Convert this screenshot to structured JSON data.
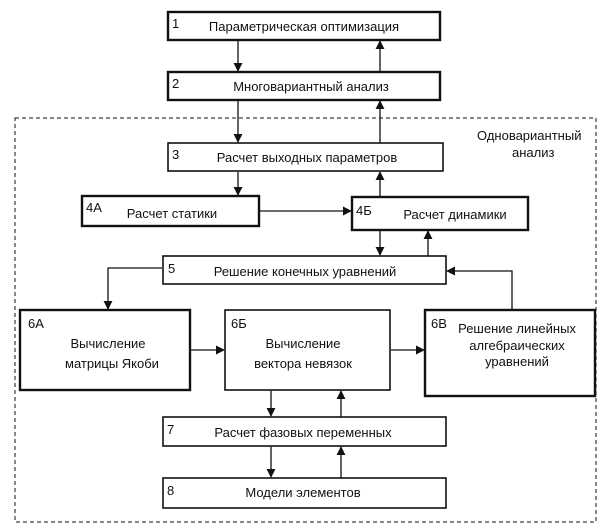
{
  "region_label": [
    "Одновариантный",
    "анализ"
  ],
  "blocks": [
    {
      "id": "b1",
      "number": "1",
      "lines": [
        "Параметрическая оптимизация"
      ]
    },
    {
      "id": "b2",
      "number": "2",
      "lines": [
        "Многовариантный анализ"
      ]
    },
    {
      "id": "b3",
      "number": "3",
      "lines": [
        "Расчет выходных параметров"
      ]
    },
    {
      "id": "b4a",
      "number": "4А",
      "lines": [
        "Расчет статики"
      ]
    },
    {
      "id": "b4b",
      "number": "4Б",
      "lines": [
        "Расчет динамики"
      ]
    },
    {
      "id": "b5",
      "number": "5",
      "lines": [
        "Решение конечных уравнений"
      ]
    },
    {
      "id": "b6a",
      "number": "6А",
      "lines": [
        "Вычисление",
        "матрицы Якоби"
      ]
    },
    {
      "id": "b6b",
      "number": "6Б",
      "lines": [
        "Вычисление",
        "вектора невязок"
      ]
    },
    {
      "id": "b6v",
      "number": "6В",
      "lines": [
        "Решение линейных",
        "алгебраических",
        "уравнений"
      ]
    },
    {
      "id": "b7",
      "number": "7",
      "lines": [
        "Расчет фазовых переменных"
      ]
    },
    {
      "id": "b8",
      "number": "8",
      "lines": [
        "Модели элементов"
      ]
    }
  ],
  "connections": [
    {
      "from": "b1",
      "to": "b2"
    },
    {
      "from": "b2",
      "to": "b1"
    },
    {
      "from": "b2",
      "to": "b3"
    },
    {
      "from": "b3",
      "to": "b2"
    },
    {
      "from": "b3",
      "to": "b4a"
    },
    {
      "from": "b4b",
      "to": "b3"
    },
    {
      "from": "b4a",
      "to": "b4b"
    },
    {
      "from": "b4b",
      "to": "b5"
    },
    {
      "from": "b5",
      "to": "b4b"
    },
    {
      "from": "b5",
      "to": "b6a"
    },
    {
      "from": "b6v",
      "to": "b5"
    },
    {
      "from": "b6a",
      "to": "b6b"
    },
    {
      "from": "b6b",
      "to": "b6v"
    },
    {
      "from": "b6b",
      "to": "b7"
    },
    {
      "from": "b7",
      "to": "b6b"
    },
    {
      "from": "b7",
      "to": "b8"
    },
    {
      "from": "b8",
      "to": "b7"
    }
  ]
}
